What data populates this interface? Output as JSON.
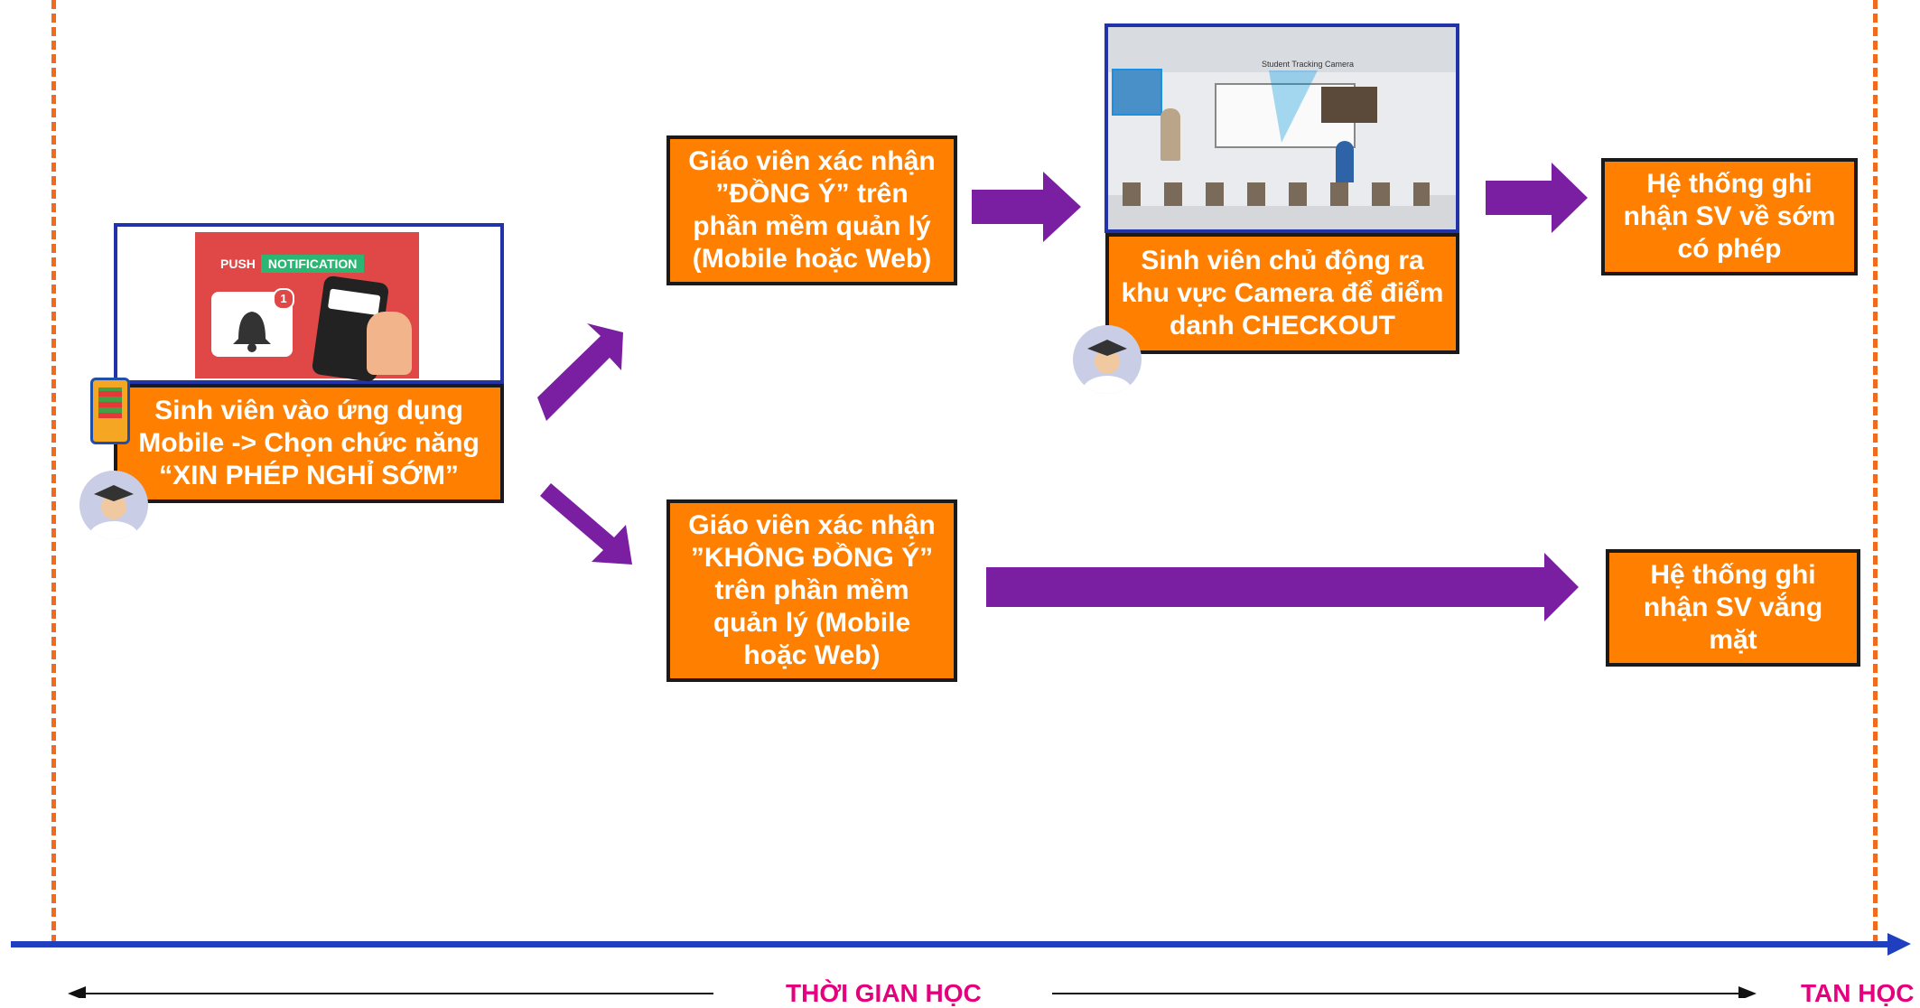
{
  "steps": {
    "request": "Sinh viên vào ứng dụng\nMobile -> Chọn chức năng\n“XIN PHÉP NGHỈ SỚM”",
    "approve": "Giáo viên xác nhận\n”ĐỒNG Ý” trên\nphần mềm quản lý\n(Mobile hoặc Web)",
    "checkout": "Sinh viên chủ động ra\nkhu vực Camera để điểm\ndanh CHECKOUT",
    "early_leave": "Hệ thống ghi\nnhận SV về sớm\ncó phép",
    "reject": "Giáo viên xác nhận\n”KHÔNG ĐỒNG Ý”\ntrên phần mềm\nquản lý (Mobile\nhoặc Web)",
    "absent": "Hệ thống ghi\nnhận SV vắng\nmặt"
  },
  "notification": {
    "push": "PUSH",
    "label": "NOTIFICATION",
    "badge": "1"
  },
  "classroom": {
    "camera_label": "Student Tracking Camera"
  },
  "timeline": {
    "class_time": "THỜI GIAN HỌC",
    "end": "TAN HỌC"
  },
  "colors": {
    "box": "#ff7f00",
    "arrow": "#7b1fa2",
    "timeline": "#1f3fbf",
    "dash": "#f26b1d",
    "label": "#e5007e"
  }
}
